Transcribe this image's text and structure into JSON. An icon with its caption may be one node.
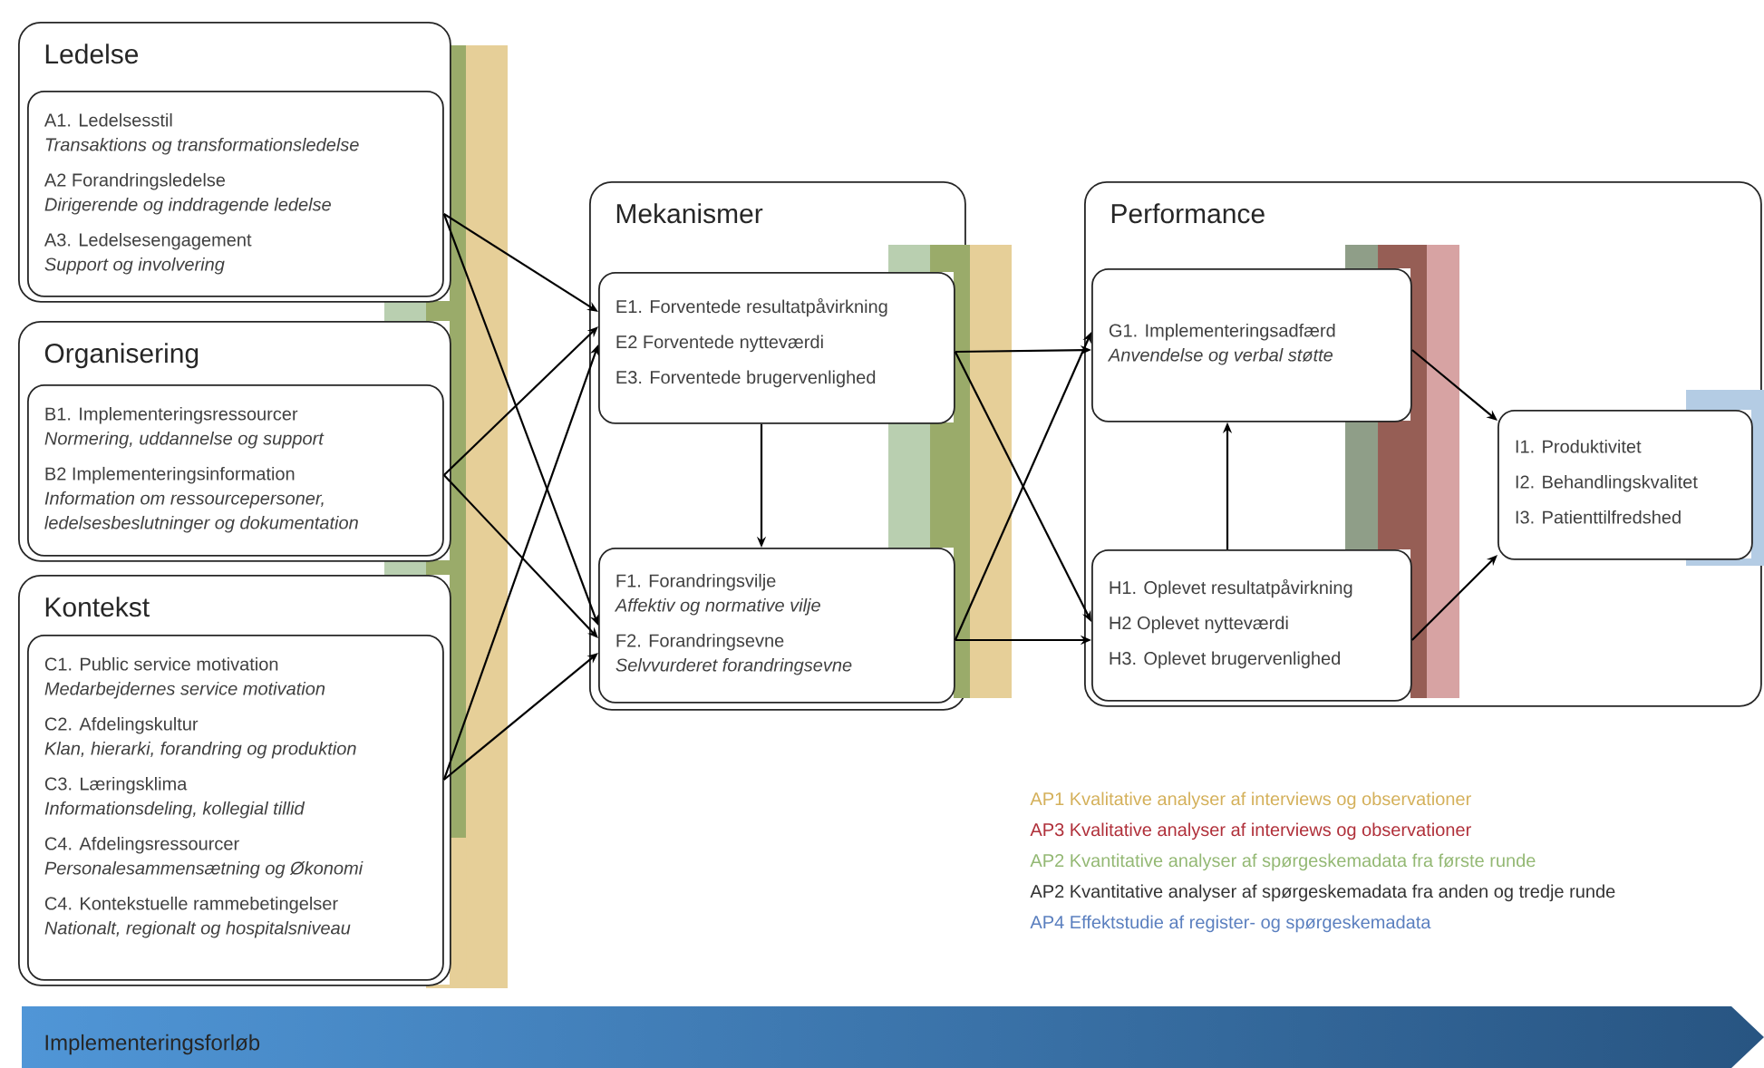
{
  "diagram": {
    "nodes": [
      {
        "text": [
          "Ledelse"
        ]
      },
      {
        "text": [
          "A1. Ledelsesstil",
          "Transaktions og transformationsledelse",
          "A2 Forandringsledelse",
          "Dirigerende og inddragende ledelse",
          "A3. Ledelsesengagement",
          "Support og involvering"
        ],
        "in": 0
      },
      {
        "text": [
          "Organisering"
        ]
      },
      {
        "text": [
          "B1. Implementeringsressourcer",
          "Normering, uddannelse og support",
          "B2 Implementeringsinformation",
          "Information om ressourcepersoner, ledelsesbeslutninger og dokumentation"
        ],
        "in": 2
      },
      {
        "text": [
          "Kontekst"
        ]
      },
      {
        "text": [
          "C1. Public service motivation",
          "Medarbejdernes service motivation",
          "C2. Afdelingskultur",
          "Klan, hierarki, forandring og produktion",
          "C3. Læringsklima",
          "Informationsdeling, kollegial tillid",
          "C4. Afdelingsressourcer",
          "Personalesammensætning og Økonomi",
          "C4. Kontekstuelle rammebetingelser",
          "Nationalt, regionalt og hospitalsniveau"
        ],
        "in": 4
      },
      {
        "text": [
          "Mekanismer"
        ]
      },
      {
        "text": [
          "E1. Forventede resultatpåvirkning",
          "E2 Forventede nytteværdi",
          "E3. Forventede brugervenlighed"
        ],
        "in": 6
      },
      {
        "text": [
          "F1. Forandringsvilje",
          "Affektiv og normative vilje",
          "F2. Forandringsevne",
          "Selvvurderet forandringsevne"
        ],
        "in": 6
      },
      {
        "text": [
          "Performance"
        ]
      },
      {
        "text": [
          "G1. Implementeringsadfærd",
          "Anvendelse og verbal støtte"
        ],
        "in": 9
      },
      {
        "text": [
          "H1. Oplevet resultatpåvirkning",
          "H2 Oplevet nytteværdi",
          "H3. Oplevet brugervenlighed"
        ],
        "in": 9
      },
      {
        "text": [
          "I1. Produktivitet",
          "I2. Behandlingskvalitet",
          "I3. Patienttilfredshed"
        ],
        "in": 9
      },
      {
        "text": [
          "Implementeringsforløb"
        ]
      }
    ],
    "edges": [
      {
        "from": 1,
        "to": 7,
        "arrow": "to"
      },
      {
        "from": 1,
        "to": 8,
        "arrow": "to"
      },
      {
        "from": 3,
        "to": 7,
        "arrow": "to"
      },
      {
        "from": 3,
        "to": 8,
        "arrow": "to"
      },
      {
        "from": 5,
        "to": 7,
        "arrow": "to"
      },
      {
        "from": 5,
        "to": 8,
        "arrow": "to"
      },
      {
        "from": 7,
        "to": 8,
        "arrow": "to"
      },
      {
        "from": 7,
        "to": 10,
        "arrow": "to"
      },
      {
        "from": 7,
        "to": 11,
        "arrow": "to"
      },
      {
        "from": 8,
        "to": 11,
        "arrow": "to"
      },
      {
        "from": 8,
        "to": 10,
        "arrow": "to"
      },
      {
        "from": 11,
        "to": 10,
        "arrow": "to"
      },
      {
        "from": 10,
        "to": 12,
        "arrow": "to"
      },
      {
        "from": 11,
        "to": 12,
        "arrow": "to"
      }
    ],
    "legend": [
      {
        "text": "AP1 Kvalitative analyser af interviews og observationer",
        "color": "#d4b05a"
      },
      {
        "text": "AP3 Kvalitative analyser af interviews og observationer",
        "color": "#b0303a"
      },
      {
        "text": "AP2 Kvantitative analyser af spørgeskemadata fra første runde",
        "color": "#93b873"
      },
      {
        "text": "AP2 Kvantitative analyser af spørgeskemadata fra anden og tredje runde",
        "color": "#333333"
      },
      {
        "text": "AP4 Effektstudie af register- og spørgeskemadata",
        "color": "#5a7fbf"
      }
    ]
  }
}
